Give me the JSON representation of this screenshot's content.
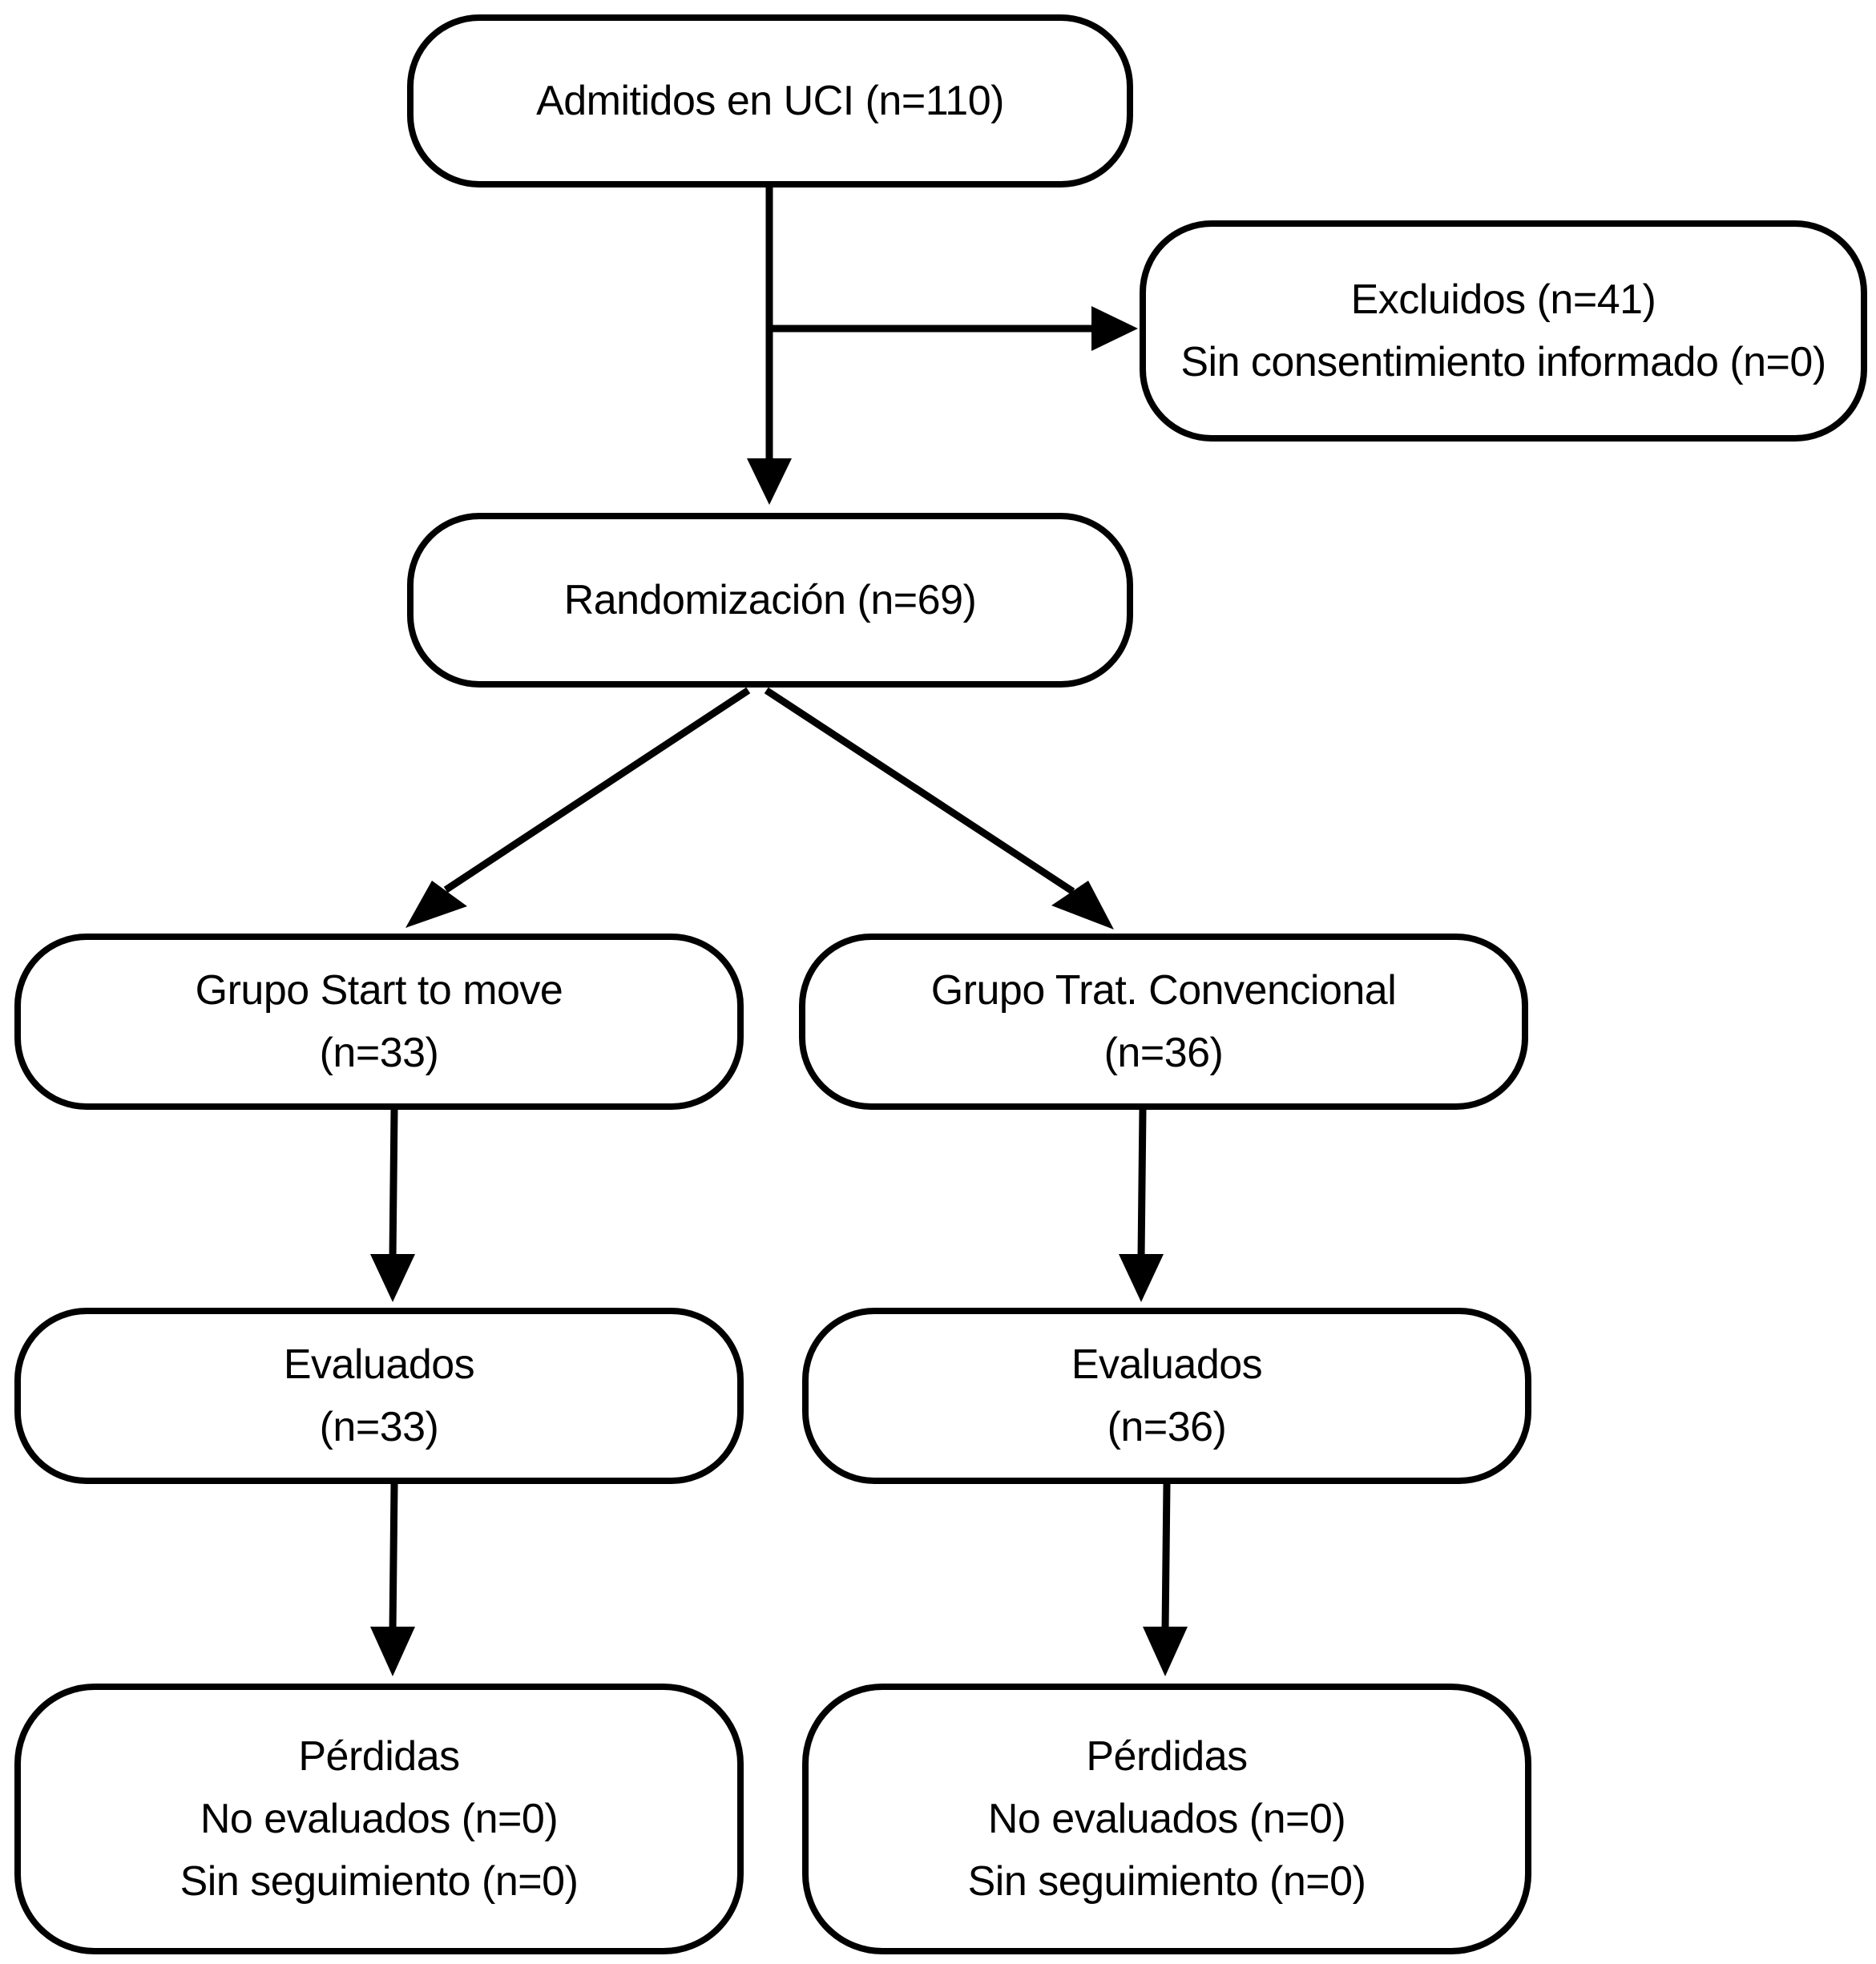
{
  "flowchart": {
    "admitted": {
      "line1": "Admitidos en UCI (n=110)"
    },
    "excluded": {
      "line1": "Excluidos (n=41)",
      "line2": "Sin consentimiento informado (n=0)"
    },
    "randomization": {
      "line1": "Randomización (n=69)"
    },
    "group_a": {
      "line1": "Grupo Start to move",
      "line2": "(n=33)"
    },
    "group_b": {
      "line1": "Grupo Trat. Convencional",
      "line2": "(n=36)"
    },
    "evaluated_a": {
      "line1": "Evaluados",
      "line2": "(n=33)"
    },
    "evaluated_b": {
      "line1": "Evaluados",
      "line2": "(n=36)"
    },
    "losses_a": {
      "line1": "Pérdidas",
      "line2": "No evaluados (n=0)",
      "line3": "Sin seguimiento (n=0)"
    },
    "losses_b": {
      "line1": "Pérdidas",
      "line2": "No evaluados (n=0)",
      "line3": "Sin seguimiento (n=0)"
    }
  }
}
